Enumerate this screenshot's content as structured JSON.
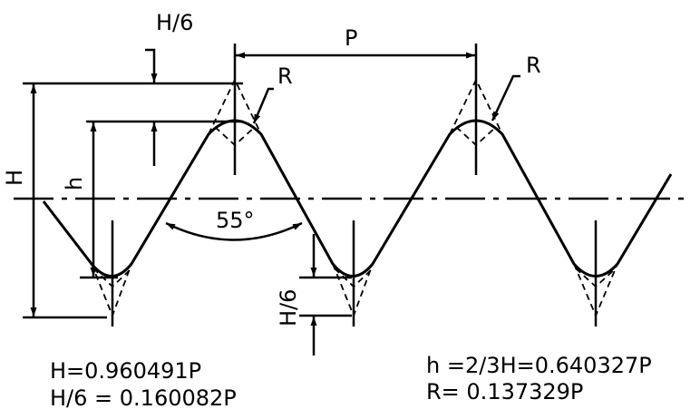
{
  "diagram": {
    "labels": {
      "pitch": "P",
      "radius_left": "R",
      "radius_right": "R",
      "h6_top": "H/6",
      "h6_bottom": "H/6",
      "H": "H",
      "h": "h",
      "angle": "55°"
    },
    "formulas": {
      "H": "H=0.960491P",
      "H6": "H/6 = 0.160082P",
      "h": "h =2/3H=0.640327P",
      "R": "R= 0.137329P"
    },
    "colors": {
      "line": "#000000",
      "background": "#ffffff"
    }
  }
}
